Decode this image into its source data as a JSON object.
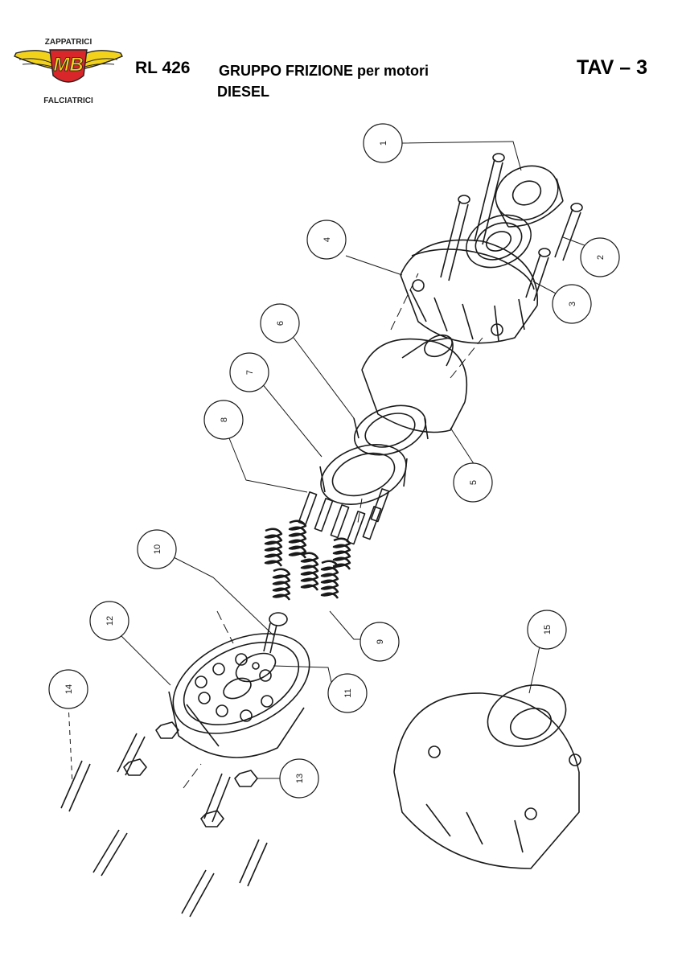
{
  "header": {
    "logo_top_text": "ZAPPATRICI",
    "logo_center_text": "MB",
    "logo_bottom_text": "FALCIATRICI",
    "model": "RL 426",
    "title_line1": "GRUPPO FRIZIONE per motori",
    "title_line2": "DIESEL",
    "table_ref": "TAV – 3"
  },
  "colors": {
    "logo_yellow": "#f2d21b",
    "logo_red": "#d8262a",
    "ink": "#1a1a1a"
  },
  "callouts": [
    {
      "id": "1",
      "label": "1"
    },
    {
      "id": "2",
      "label": "2"
    },
    {
      "id": "3",
      "label": "3"
    },
    {
      "id": "4",
      "label": "4"
    },
    {
      "id": "5",
      "label": "5"
    },
    {
      "id": "6",
      "label": "6"
    },
    {
      "id": "7",
      "label": "7"
    },
    {
      "id": "8",
      "label": "8"
    },
    {
      "id": "9",
      "label": "9"
    },
    {
      "id": "10",
      "label": "10"
    },
    {
      "id": "11",
      "label": "11"
    },
    {
      "id": "12",
      "label": "12"
    },
    {
      "id": "13",
      "label": "13"
    },
    {
      "id": "14",
      "label": "14"
    },
    {
      "id": "15",
      "label": "15"
    }
  ]
}
